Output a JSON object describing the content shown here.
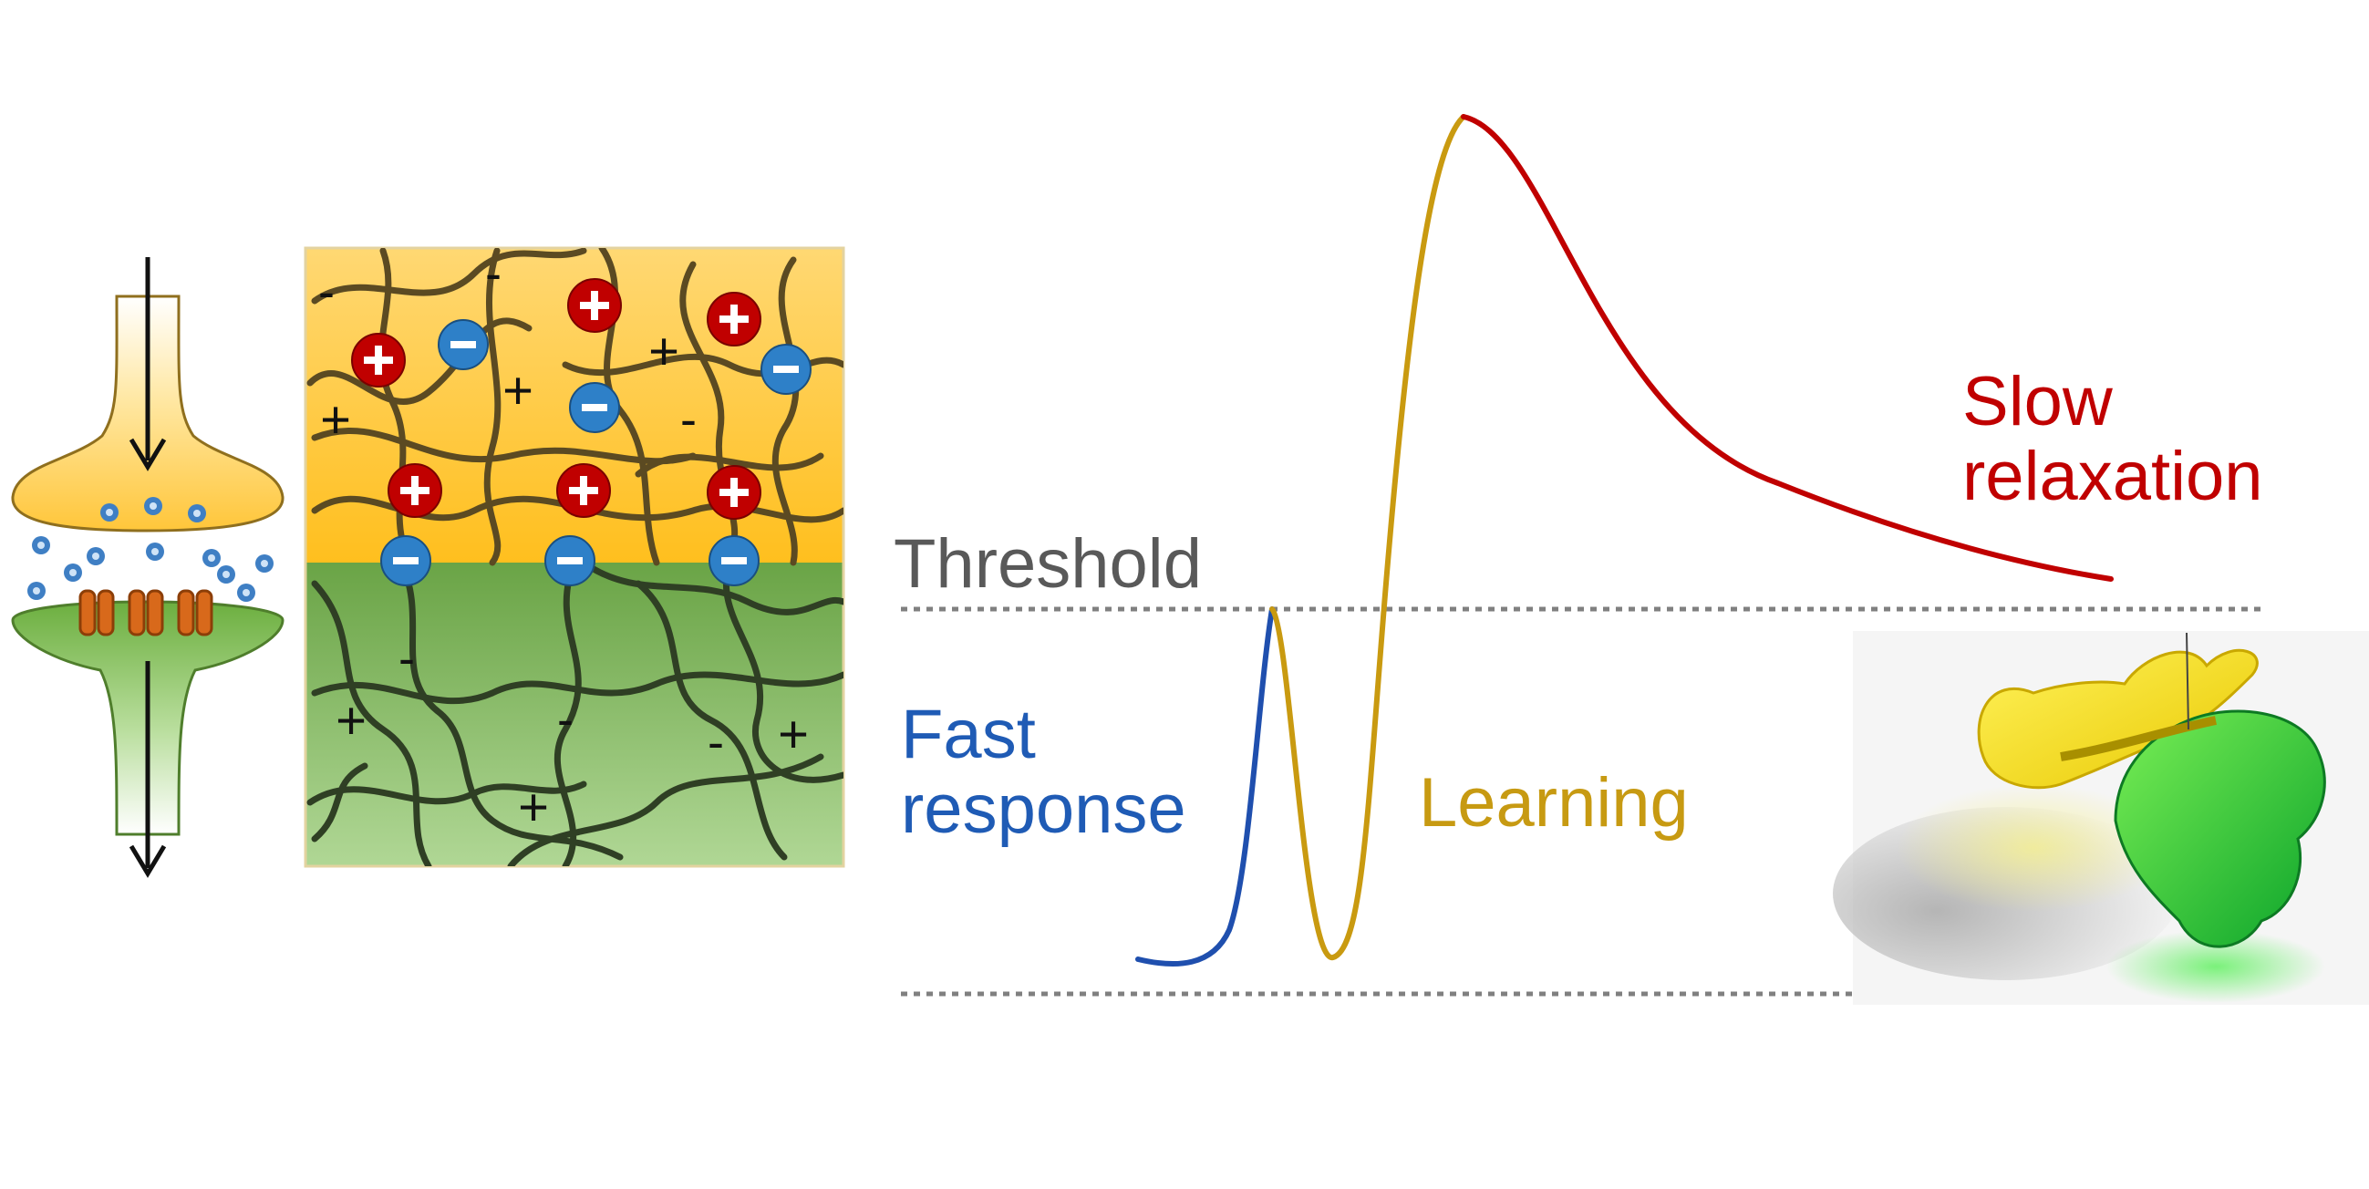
{
  "labels": {
    "threshold": "Threshold",
    "fast_response": [
      "Fast",
      "response"
    ],
    "learning": "Learning",
    "slow_relaxation": [
      "Slow",
      "relaxation"
    ]
  },
  "symbols": {
    "plus": "+",
    "minus": "-"
  },
  "colors": {
    "threshold_text": "#595959",
    "fast_response": "#1f5bb5",
    "learning": "#c79a12",
    "slow_relaxation": "#c00000",
    "presynaptic": "#ffc83d",
    "postsynaptic": "#70ad47",
    "gel_top": "#ffc000",
    "gel_bottom": "#70a84a",
    "cation": "#c00000",
    "anion": "#2e75b6",
    "ion_channel": "#d86b1a",
    "dotted_line": "#808080"
  },
  "icons": [
    "synapse-diagram",
    "hydrogel-network-diagram",
    "gel-butterfly-photo"
  ]
}
